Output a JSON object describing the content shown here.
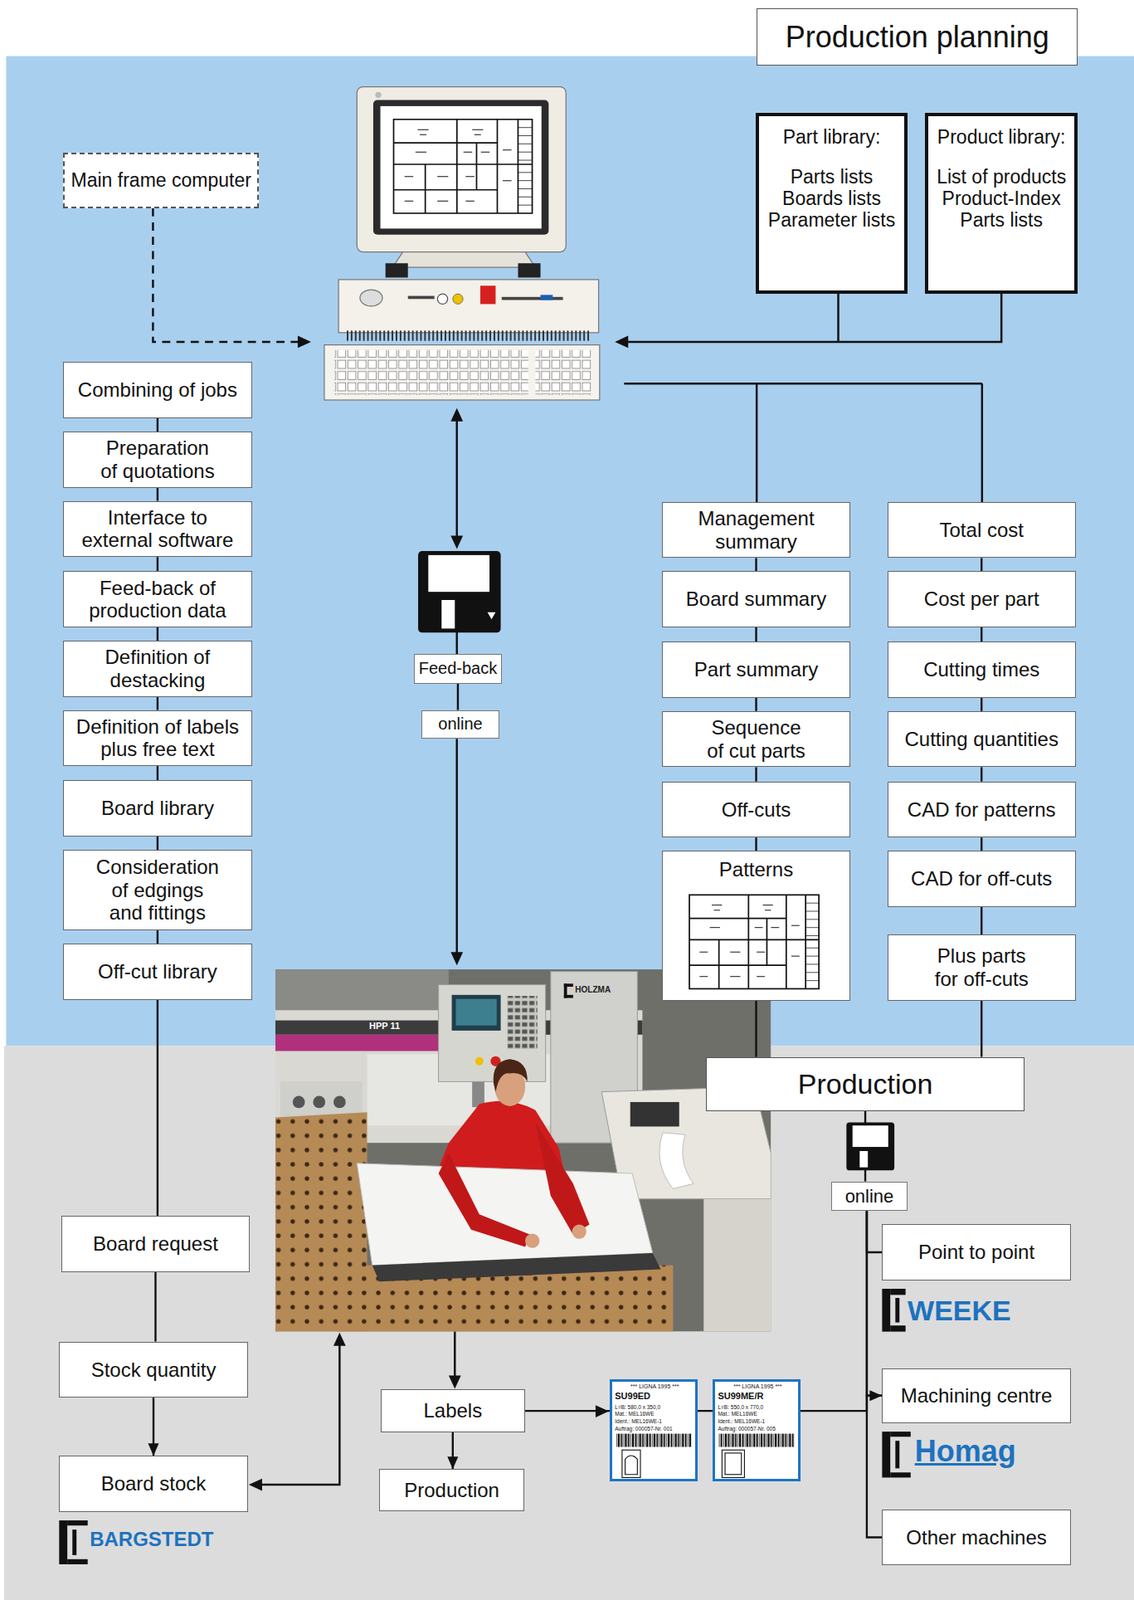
{
  "diagram": {
    "nodes": [
      {
        "text": [
          "Production planning"
        ]
      },
      {
        "text": [
          "Main frame computer"
        ]
      },
      {
        "text": [
          "Part library:",
          "Parts lists Boards lists Parameter lists"
        ]
      },
      {
        "text": [
          "Product library:",
          "List of products Product-Index Parts lists"
        ]
      },
      {
        "text": [
          "Combining of jobs"
        ]
      },
      {
        "text": [
          "Preparation of quotations"
        ]
      },
      {
        "text": [
          "Interface to external software"
        ]
      },
      {
        "text": [
          "Feed-back of production data"
        ]
      },
      {
        "text": [
          "Definition of destacking"
        ]
      },
      {
        "text": [
          "Definition of labels plus free text"
        ]
      },
      {
        "text": [
          "Board library"
        ]
      },
      {
        "text": [
          "Consideration of edgings and fittings"
        ]
      },
      {
        "text": [
          "Off-cut library"
        ]
      },
      {
        "text": [
          "Feed-back"
        ]
      },
      {
        "text": [
          "online"
        ]
      },
      {
        "text": [
          "Management summary"
        ]
      },
      {
        "text": [
          "Board summary"
        ]
      },
      {
        "text": [
          "Part summary"
        ]
      },
      {
        "text": [
          "Sequence of cut parts"
        ]
      },
      {
        "text": [
          "Off-cuts"
        ]
      },
      {
        "text": [
          "Patterns"
        ]
      },
      {
        "text": [
          "Total cost"
        ]
      },
      {
        "text": [
          "Cost per part"
        ]
      },
      {
        "text": [
          "Cutting times"
        ]
      },
      {
        "text": [
          "Cutting quantities"
        ]
      },
      {
        "text": [
          "CAD for patterns"
        ]
      },
      {
        "text": [
          "CAD for off-cuts"
        ]
      },
      {
        "text": [
          "Plus parts for off-cuts"
        ]
      },
      {
        "text": [
          "Production"
        ]
      },
      {
        "text": [
          "online"
        ]
      },
      {
        "text": [
          "Point to point"
        ]
      },
      {
        "text": [
          "Machining centre"
        ]
      },
      {
        "text": [
          "Other machines"
        ]
      },
      {
        "text": [
          "Board request"
        ]
      },
      {
        "text": [
          "Stock quantity"
        ]
      },
      {
        "text": [
          "Board stock"
        ]
      },
      {
        "text": [
          "Labels"
        ]
      },
      {
        "text": [
          "Production"
        ]
      }
    ],
    "edges": [
      {
        "from": 4,
        "to": 5,
        "arrow": "none"
      },
      {
        "from": 5,
        "to": 6,
        "arrow": "none"
      },
      {
        "from": 6,
        "to": 7,
        "arrow": "none"
      },
      {
        "from": 7,
        "to": 8,
        "arrow": "none"
      },
      {
        "from": 8,
        "to": 9,
        "arrow": "none"
      },
      {
        "from": 9,
        "to": 10,
        "arrow": "none"
      },
      {
        "from": 10,
        "to": 11,
        "arrow": "none"
      },
      {
        "from": 11,
        "to": 12,
        "arrow": "none"
      },
      {
        "from": 12,
        "to": 33,
        "arrow": "none"
      },
      {
        "from": 33,
        "to": 34,
        "arrow": "none"
      },
      {
        "from": 34,
        "to": 35,
        "arrow": "to"
      },
      {
        "from": 13,
        "to": 14,
        "arrow": "none"
      },
      {
        "from": 15,
        "to": 16,
        "arrow": "none"
      },
      {
        "from": 16,
        "to": 17,
        "arrow": "none"
      },
      {
        "from": 17,
        "to": 18,
        "arrow": "none"
      },
      {
        "from": 18,
        "to": 19,
        "arrow": "none"
      },
      {
        "from": 19,
        "to": 20,
        "arrow": "none"
      },
      {
        "from": 20,
        "to": 28,
        "arrow": "none"
      },
      {
        "from": 21,
        "to": 22,
        "arrow": "none"
      },
      {
        "from": 22,
        "to": 23,
        "arrow": "none"
      },
      {
        "from": 23,
        "to": 24,
        "arrow": "none"
      },
      {
        "from": 24,
        "to": 25,
        "arrow": "none"
      },
      {
        "from": 25,
        "to": 26,
        "arrow": "none"
      },
      {
        "from": 26,
        "to": 27,
        "arrow": "none"
      },
      {
        "from": 27,
        "to": 28,
        "arrow": "none"
      },
      {
        "from": 28,
        "to": 29,
        "arrow": "none"
      },
      {
        "from": 29,
        "to": 30,
        "arrow": "none"
      },
      {
        "from": 29,
        "to": 31,
        "arrow": "none"
      },
      {
        "from": 29,
        "to": 32,
        "arrow": "none"
      },
      {
        "from": 36,
        "to": 37,
        "arrow": "to"
      },
      {
        "from": 36,
        "to": 31,
        "arrow": "to"
      }
    ],
    "labels": [
      "HPP 11",
      "HOLZMA",
      "*** LIGNA 1995 ***",
      "SU99ED",
      "L=B: 580,0 x 350,0",
      "Mat.: MEL16WE",
      "Ident.: MEL16WE-1",
      "Auftrag: 000057-Nr. 001",
      "*** LIGNA 1995 ***",
      "SU99ME/R",
      "L=B: 550,0 x 770,0",
      "Mat.: MEL16WE",
      "Ident.: MEL16WE-1",
      "Auftrag: 000057-Nr. 005",
      "WEEKE",
      "Homag",
      "BARGSTEDT"
    ]
  }
}
